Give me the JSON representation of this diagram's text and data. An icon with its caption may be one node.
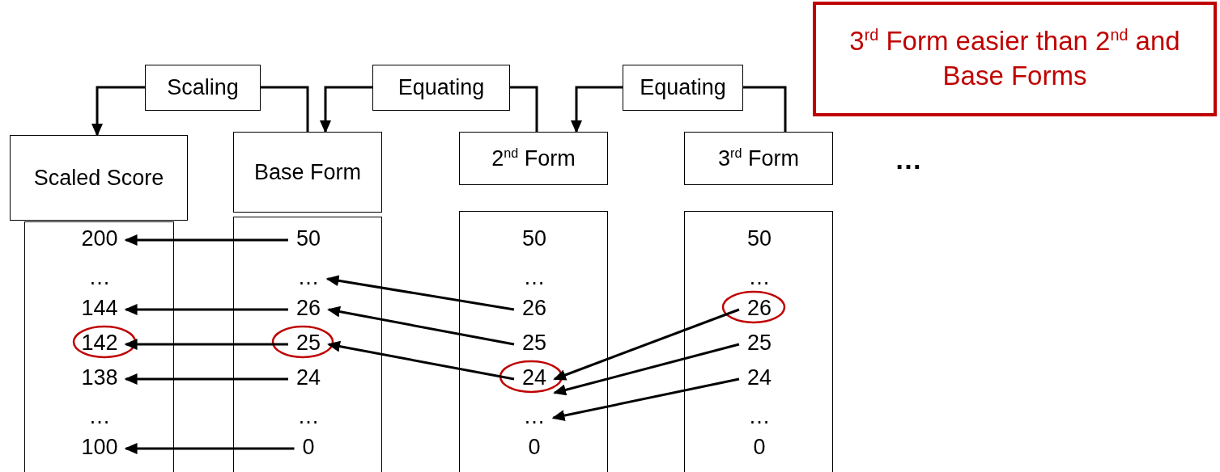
{
  "diagram": {
    "nodes": [
      {
        "text": [
          "Scaling"
        ]
      },
      {
        "text": [
          "Equating"
        ]
      },
      {
        "text": [
          "Equating"
        ]
      },
      {
        "text": [
          "3$^{rd}$ Form easier than 2$^{nd}$ and Base Forms"
        ]
      },
      {
        "text": [
          "Scaled Score"
        ]
      },
      {
        "text": [
          "Base Form"
        ]
      },
      {
        "text": [
          "2$^{nd}$ Form"
        ]
      },
      {
        "text": [
          "3$^{rd}$ Form"
        ]
      },
      {
        "text": [],
        "shape": "box"
      },
      {
        "text": [
          "200"
        ],
        "in": 8
      },
      {
        "text": [
          "…"
        ],
        "in": 8
      },
      {
        "text": [
          "144"
        ],
        "in": 8
      },
      {
        "text": [
          "142"
        ],
        "in": 8
      },
      {
        "text": [
          "138"
        ],
        "in": 8
      },
      {
        "text": [
          "…"
        ],
        "in": 8
      },
      {
        "text": [
          "100"
        ],
        "in": 8
      },
      {
        "text": [],
        "shape": "box"
      },
      {
        "text": [
          "50"
        ],
        "in": 16
      },
      {
        "text": [
          "…"
        ],
        "in": 16
      },
      {
        "text": [
          "26"
        ],
        "in": 16
      },
      {
        "text": [
          "25"
        ],
        "in": 16
      },
      {
        "text": [
          "24"
        ],
        "in": 16
      },
      {
        "text": [
          "…"
        ],
        "in": 16
      },
      {
        "text": [
          "0"
        ],
        "in": 16
      },
      {
        "text": [],
        "shape": "box"
      },
      {
        "text": [
          "50"
        ],
        "in": 24
      },
      {
        "text": [
          "…"
        ],
        "in": 24
      },
      {
        "text": [
          "26"
        ],
        "in": 24
      },
      {
        "text": [
          "25"
        ],
        "in": 24
      },
      {
        "text": [
          "24"
        ],
        "in": 24
      },
      {
        "text": [
          "…"
        ],
        "in": 24
      },
      {
        "text": [
          "0"
        ],
        "in": 24
      },
      {
        "text": [],
        "shape": "box"
      },
      {
        "text": [
          "50"
        ],
        "in": 32
      },
      {
        "text": [
          "…"
        ],
        "in": 32
      },
      {
        "text": [
          "26"
        ],
        "in": 32
      },
      {
        "text": [
          "25"
        ],
        "in": 32
      },
      {
        "text": [
          "24"
        ],
        "in": 32
      },
      {
        "text": [
          "…"
        ],
        "in": 32
      },
      {
        "text": [
          "0"
        ],
        "in": 32
      }
    ],
    "edges": [
      {
        "from": 5,
        "to": 0,
        "arrow": "none"
      },
      {
        "from": 0,
        "to": 4,
        "arrow": "to"
      },
      {
        "from": 6,
        "to": 1,
        "arrow": "none"
      },
      {
        "from": 1,
        "to": 5,
        "arrow": "to"
      },
      {
        "from": 7,
        "to": 2,
        "arrow": "none"
      },
      {
        "from": 2,
        "to": 6,
        "arrow": "to"
      },
      {
        "from": 17,
        "to": 9,
        "arrow": "to"
      },
      {
        "from": 19,
        "to": 11,
        "arrow": "to"
      },
      {
        "from": 20,
        "to": 12,
        "arrow": "to"
      },
      {
        "from": 21,
        "to": 13,
        "arrow": "to"
      },
      {
        "from": 23,
        "to": 15,
        "arrow": "to"
      },
      {
        "from": 27,
        "to": 18,
        "arrow": "to"
      },
      {
        "from": 28,
        "to": 19,
        "arrow": "to"
      },
      {
        "from": 29,
        "to": 20,
        "arrow": "to"
      },
      {
        "from": 35,
        "to": 29,
        "arrow": "to"
      },
      {
        "from": 36,
        "to": 29,
        "arrow": "to"
      },
      {
        "from": 37,
        "to": 30,
        "arrow": "to"
      }
    ],
    "labels": [
      "…"
    ]
  }
}
